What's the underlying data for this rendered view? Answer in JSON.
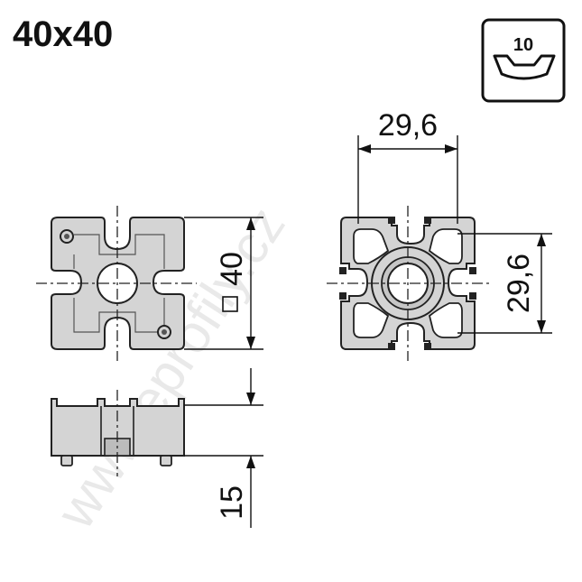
{
  "header": {
    "title": "40x40"
  },
  "badge": {
    "slot_size": "10",
    "icon": "slot-profile-icon"
  },
  "dimensions": {
    "top_width": "29,6",
    "side_height": "29,6",
    "outer_square": "40",
    "square_symbol": "square-icon",
    "thickness": "15"
  },
  "watermark": {
    "text": "www.eprofily.cz"
  },
  "colors": {
    "part_fill": "#d4d4d4",
    "part_stroke": "#222222",
    "line": "#111111"
  }
}
